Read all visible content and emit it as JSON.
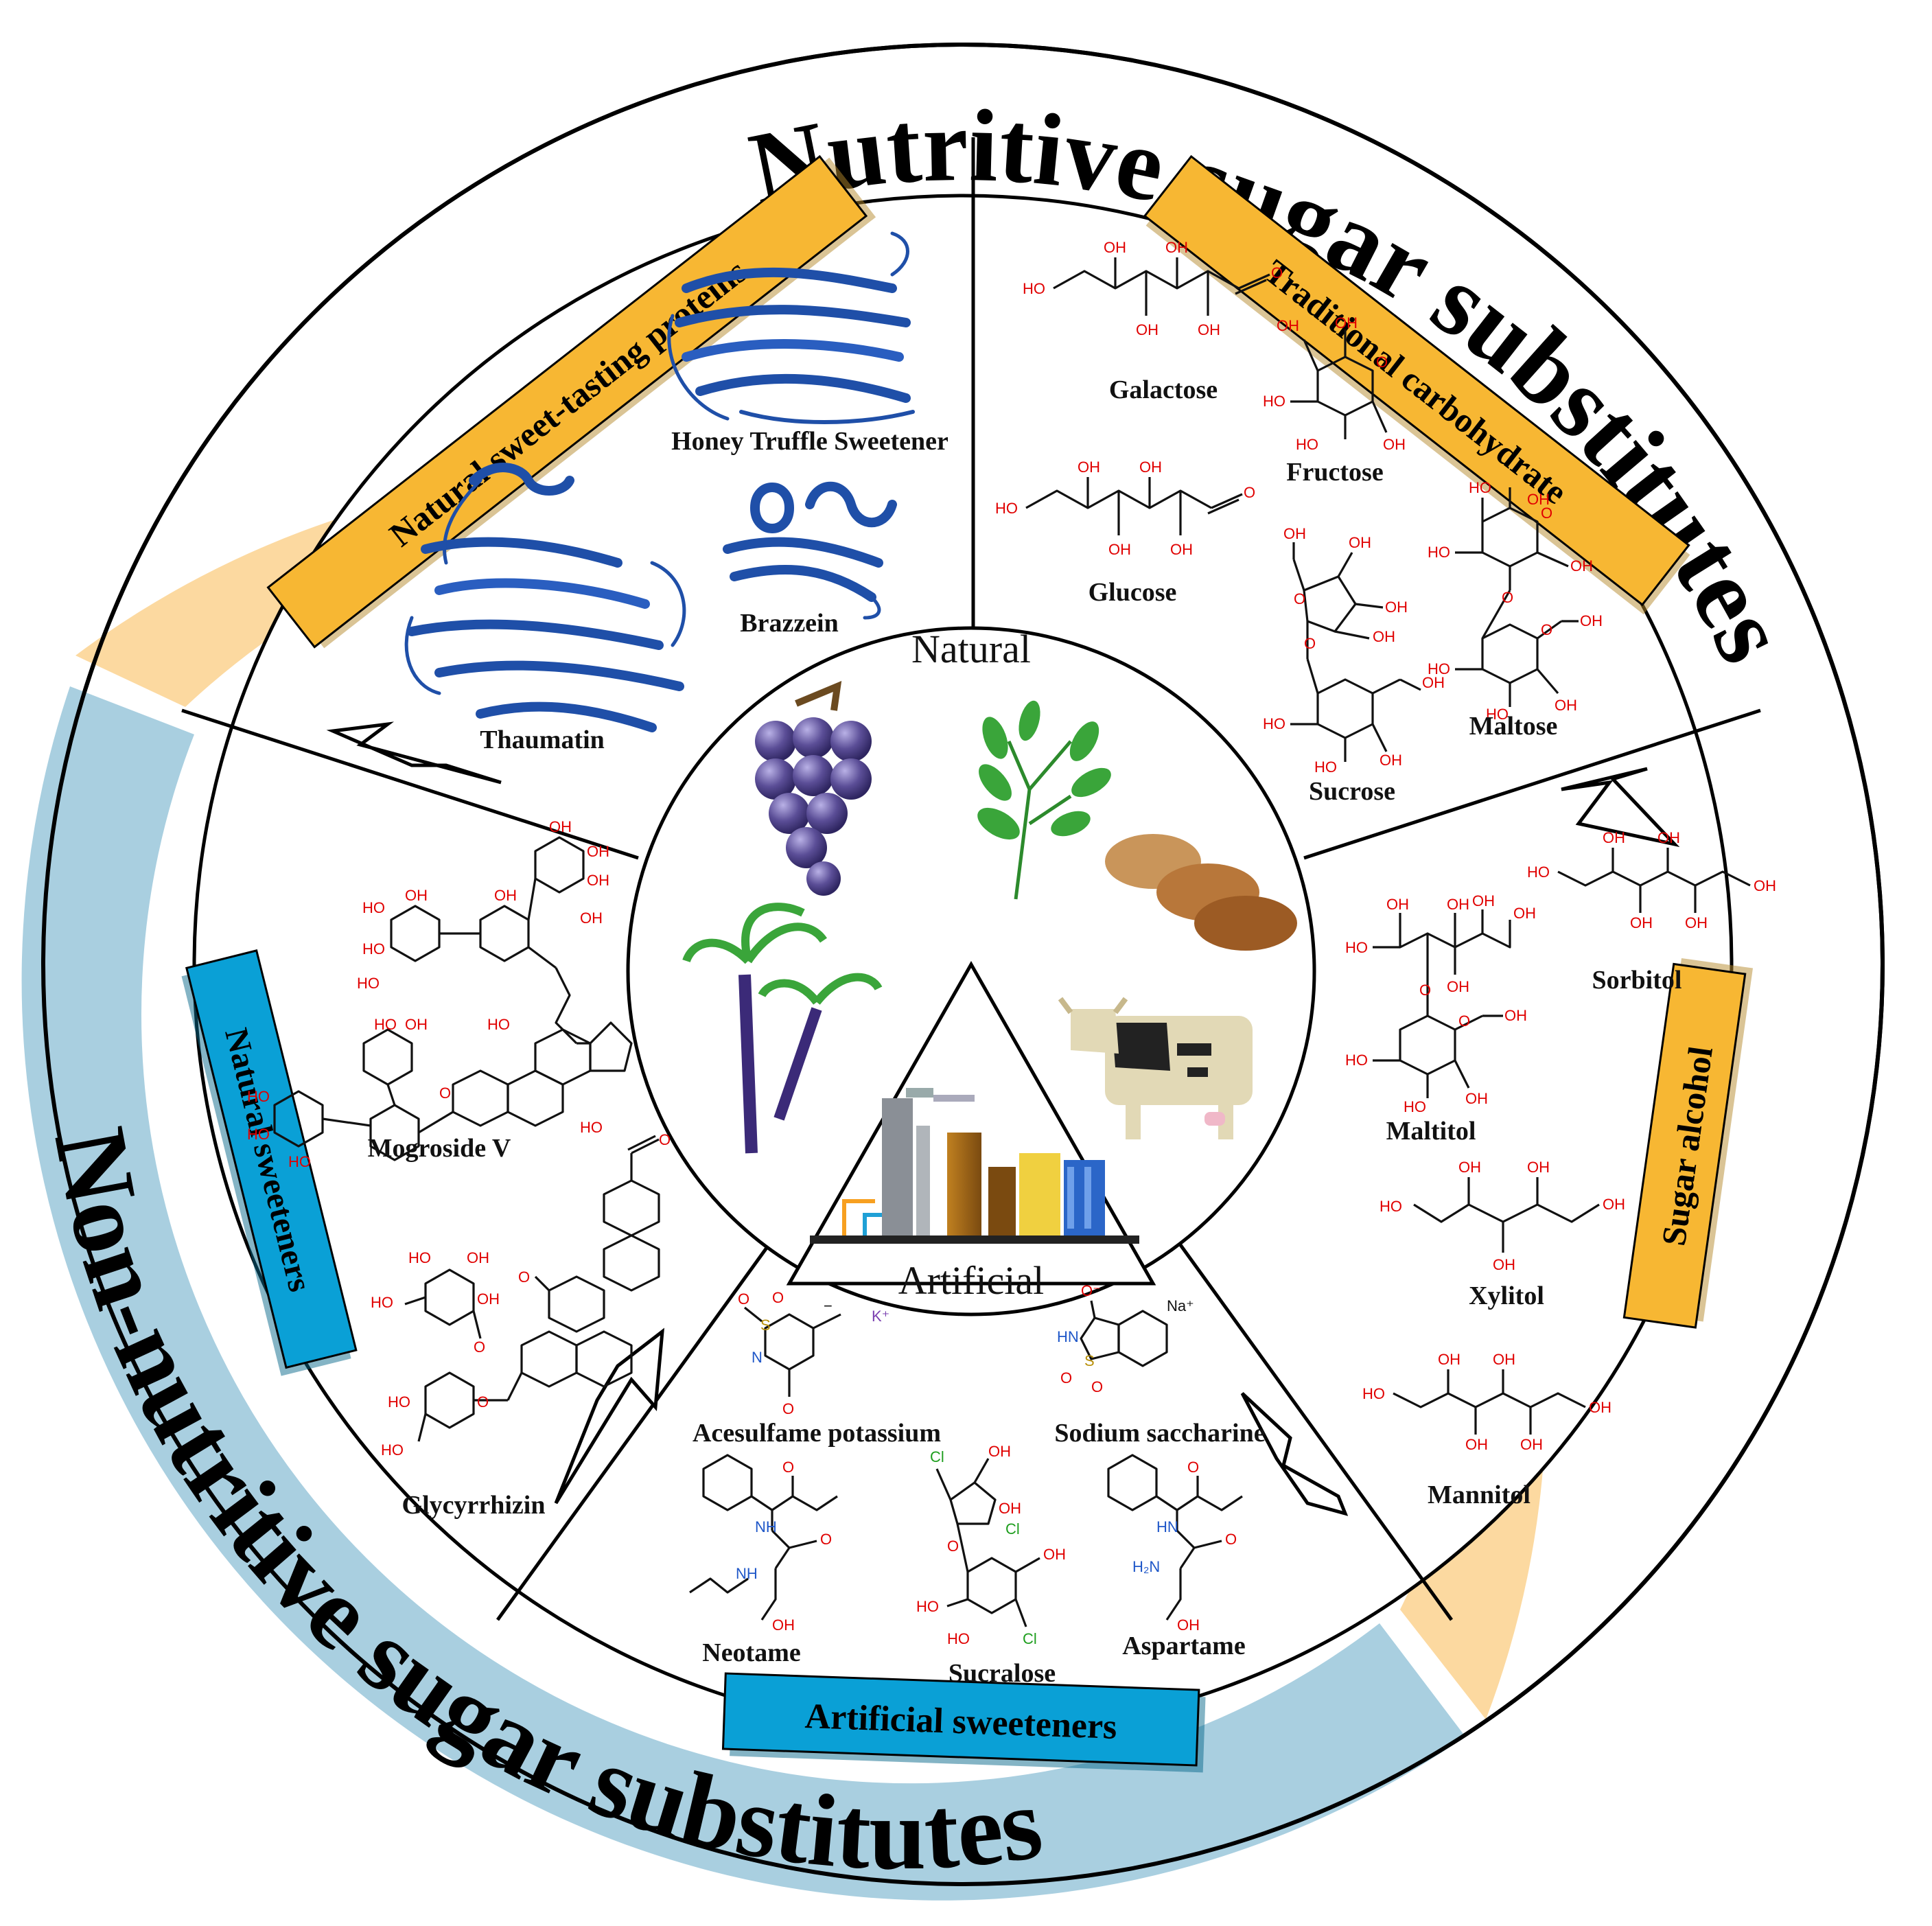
{
  "ring": {
    "nutritive_title": "Nutritive sugar substitutes",
    "non_nutritive_title": "Non-nutritive sugar substitutes"
  },
  "categories": {
    "sweet_proteins": "Natural sweet-tasting proteins",
    "traditional_carbohydrate": "Traditional carbohydrate",
    "sugar_alcohol": "Sugar alcohol",
    "natural_sweeteners": "Natural sweeteners",
    "artificial_sweeteners": "Artificial sweeteners"
  },
  "center": {
    "natural": "Natural",
    "artificial": "Artificial"
  },
  "proteins": {
    "honey_truffle": "Honey Truffle Sweetener",
    "brazzein": "Brazzein",
    "thaumatin": "Thaumatin"
  },
  "carbohydrates": {
    "galactose": "Galactose",
    "fructose": "Fructose",
    "glucose": "Glucose",
    "sucrose": "Sucrose",
    "maltose": "Maltose"
  },
  "sugar_alcohols": {
    "sorbitol": "Sorbitol",
    "maltitol": "Maltitol",
    "xylitol": "Xylitol",
    "mannitol": "Mannitol"
  },
  "natural_sweeteners": {
    "mogroside": "Mogroside V",
    "glycyrrhizin": "Glycyrrhizin"
  },
  "artificial_sweeteners": {
    "acesulfame": "Acesulfame potassium",
    "saccharine": "Sodium saccharine",
    "neotame": "Neotame",
    "sucralose": "Sucralose",
    "aspartame": "Aspartame"
  },
  "atoms": {
    "oh": "OH",
    "ho": "HO",
    "o": "O",
    "nh": "NH",
    "hn": "HN",
    "h2n": "H₂N",
    "n": "N",
    "s": "S",
    "cl": "Cl",
    "k": "K⁺",
    "na": "Na⁺",
    "o_minus": "O⁻",
    "minus": "−",
    "h": "H"
  },
  "colors": {
    "nutritive_band": "#fcd9a0",
    "non_nutritive_band": "#a9cfe0",
    "orange_label": "#f7b733",
    "blue_label": "#0aa0d6",
    "protein_blue": "#1f4fa8",
    "grape": "#5b4e97",
    "leaf_green": "#3aa53a",
    "oxygen_red": "#e00000",
    "nitrogen_blue": "#1f57c8",
    "chlorine_green": "#1e9e1e"
  },
  "icons": [
    "grapes-icon",
    "stevia-leaf-icon",
    "tuber-icon",
    "sugarcane-icon",
    "cow-icon",
    "factory-icon",
    "protein-ribbon-icon"
  ]
}
